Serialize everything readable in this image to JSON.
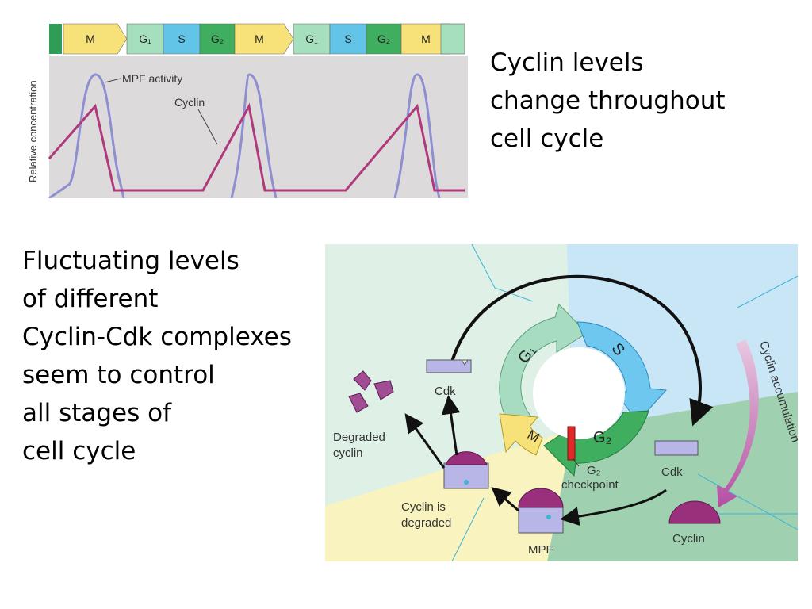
{
  "slide": {
    "top_text": [
      "Cyclin levels",
      "change throughout",
      "cell cycle"
    ],
    "left_text": [
      "Fluctuating levels",
      "of different",
      "Cyclin-Cdk complexes",
      "seem to control",
      "all stages of",
      "cell cycle"
    ]
  },
  "graph": {
    "phases": [
      {
        "label": "M",
        "color": "#f7e27a"
      },
      {
        "label": "G₁",
        "color": "#a6dfbd"
      },
      {
        "label": "S",
        "color": "#62c5e8"
      },
      {
        "label": "G₂",
        "color": "#3fae5f"
      },
      {
        "label": "M",
        "color": "#f7e27a"
      },
      {
        "label": "G₁",
        "color": "#a6dfbd"
      },
      {
        "label": "S",
        "color": "#62c5e8"
      },
      {
        "label": "G₂",
        "color": "#3fae5f"
      },
      {
        "label": "M",
        "color": "#f7e27a"
      }
    ],
    "y_axis_label": "Relative concentration",
    "mpf_label": "MPF activity",
    "cyclin_label": "Cyclin",
    "colors": {
      "mpf_curve": "#8d8fd0",
      "cyclin_curve": "#b0397c",
      "background": "#dcdada"
    }
  },
  "cycle_diagram": {
    "ring_labels": {
      "g1": "G₁",
      "s": "S",
      "g2": "G₂",
      "m": "M"
    },
    "cdk_top_label": "Cdk",
    "degraded_cyclin_label": [
      "Degraded",
      "cyclin"
    ],
    "cyclin_degraded_label": [
      "Cyclin is",
      "degraded"
    ],
    "mpf_label": "MPF",
    "g2_checkpoint_label": [
      "G₂",
      "checkpoint"
    ],
    "cdk_right_label": "Cdk",
    "cyclin_label": "Cyclin",
    "cyclin_accumulation_label": "Cyclin accumulation",
    "colors": {
      "g1": "#a8dcc0",
      "s": "#6ec7ee",
      "g2": "#3fae5f",
      "m": "#f7e27a",
      "cdk": "#b7b6e6",
      "cyclin": "#9a2f7c",
      "checkpoint": "#e02a2a"
    }
  }
}
